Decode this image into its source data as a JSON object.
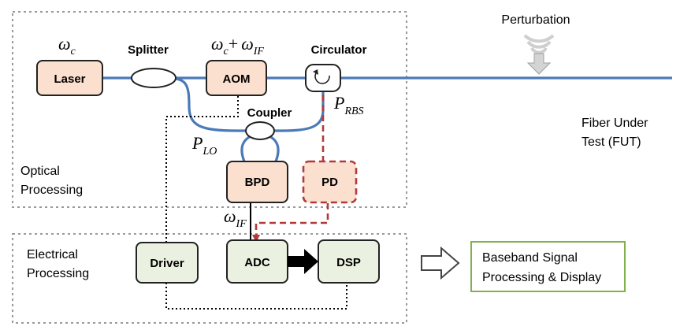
{
  "regions": {
    "optical_line1": "Optical",
    "optical_line2": "Processing",
    "electrical_line1": "Electrical",
    "electrical_line2": "Processing"
  },
  "components": {
    "laser": "Laser",
    "aom": "AOM",
    "bpd": "BPD",
    "pd": "PD",
    "driver": "Driver",
    "adc": "ADC",
    "dsp": "DSP"
  },
  "labels": {
    "splitter": "Splitter",
    "circulator": "Circulator",
    "coupler": "Coupler",
    "perturbation": "Perturbation",
    "fut_line1": "Fiber Under",
    "fut_line2": "Test (FUT)",
    "output_line1": "Baseband Signal",
    "output_line2": "Processing & Display"
  },
  "math": {
    "omega": "ω",
    "sub_c": "c",
    "sub_if": "IF",
    "plus": "+",
    "p": "P",
    "sub_rbs": "RBS",
    "sub_lo": "LO"
  },
  "colors": {
    "fiber": "#4a7ab8",
    "rbs_path": "#b23a3a",
    "optical_box": "#fbe0cf",
    "electrical_box": "#ebf1e0",
    "output_border": "#7fb24a"
  }
}
